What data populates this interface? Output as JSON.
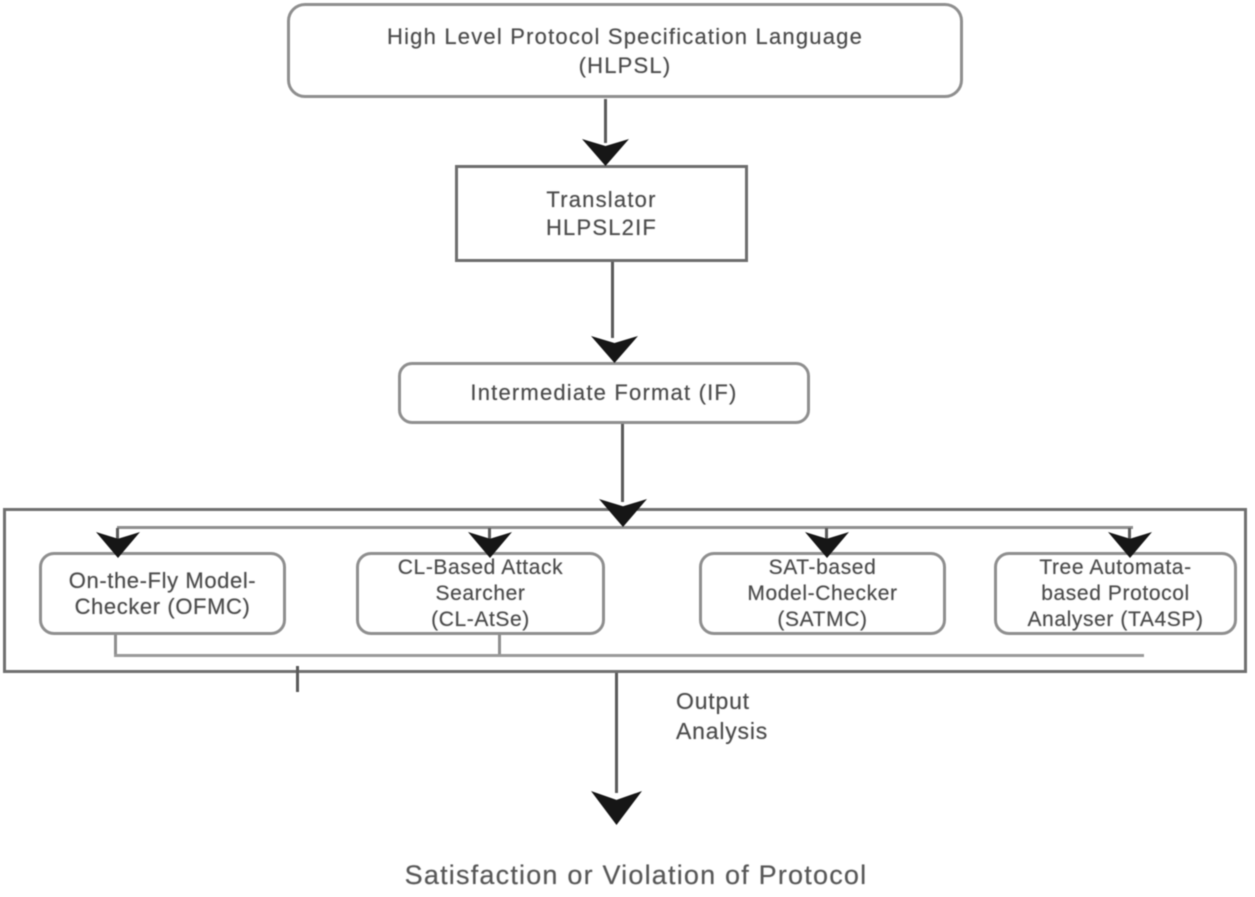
{
  "diagram": {
    "title": "AVISPA tool architecture flowchart",
    "nodes": {
      "hlpsl": {
        "lines": [
          "High Level Protocol Specification Language",
          "(HLPSL)"
        ]
      },
      "translator": {
        "lines": [
          "Translator",
          "HLPSL2IF"
        ]
      },
      "if": {
        "lines": [
          "Intermediate Format (IF)"
        ]
      },
      "ofmc": {
        "lines": [
          "On-the-Fly Model-",
          "Checker (OFMC)"
        ]
      },
      "clatse": {
        "lines": [
          "CL-Based Attack",
          "Searcher",
          "(CL-AtSe)"
        ]
      },
      "satmc": {
        "lines": [
          "SAT-based",
          "Model-Checker",
          "(SATMC)"
        ]
      },
      "ta4sp": {
        "lines": [
          "Tree Automata-",
          "based Protocol",
          "Analyser (TA4SP)"
        ]
      }
    },
    "labels": {
      "output": {
        "lines": [
          "Output",
          "Analysis"
        ]
      },
      "result": "Satisfaction or Violation of Protocol"
    },
    "flow": [
      "HLPSL -> Translator HLPSL2IF",
      "Translator HLPSL2IF -> Intermediate Format (IF)",
      "Intermediate Format (IF) -> backends container",
      "backends container -> OFMC",
      "backends container -> CL-AtSe",
      "backends container -> SATMC",
      "backends container -> TA4SP",
      "backends container -> Output Analysis -> Satisfaction or Violation of Protocol"
    ],
    "colors": {
      "background": "#ffffff",
      "box_border": "#8f8f8f",
      "container_border": "#707070",
      "arrow_black": "#161616",
      "text_gray": "#4c4c4c",
      "result_text_gray": "#585858"
    }
  }
}
